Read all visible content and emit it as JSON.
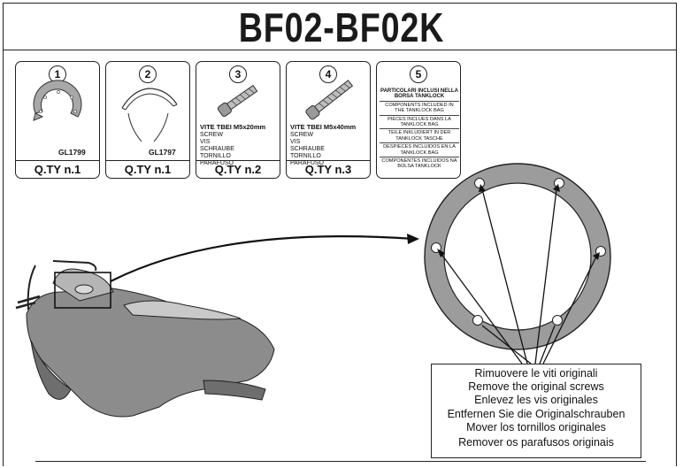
{
  "title": "BF02-BF02K",
  "parts": [
    {
      "number": "1",
      "code": "GL1799",
      "qty": "Q.TY n.1",
      "icon": "flange-ring-icon"
    },
    {
      "number": "2",
      "code": "GL1797",
      "qty": "Q.TY n.1",
      "icon": "open-ring-icon"
    },
    {
      "number": "3",
      "spec_title": "VITE TBEI M5x20mm",
      "spec_lines": [
        "SCREW",
        "VIS",
        "SCHRAUBE",
        "TORNILLO",
        "PARAFUSO"
      ],
      "qty": "Q.TY n.2",
      "icon": "screw-icon"
    },
    {
      "number": "4",
      "spec_title": "VITE TBEI M5x40mm",
      "spec_lines": [
        "SCREW",
        "VIS",
        "SCHRAUBE",
        "TORNILLO",
        "PARAFUSO"
      ],
      "qty": "Q.TY n.3",
      "icon": "screw-icon"
    },
    {
      "number": "5",
      "included": [
        {
          "bold": "PARTICOLARI INCLUSI NELLA BORSA TANKLOCK",
          "text": ""
        },
        {
          "bold": "",
          "text": "COMPONENTS INCLUDED IN THE TANKLOCK BAG"
        },
        {
          "bold": "",
          "text": "PIÈCES INCLUES DANS LA TANKLOCK BAG"
        },
        {
          "bold": "",
          "text": "TEILE INKLUDIERT IN DER TANKLOCK TASCHE"
        },
        {
          "bold": "",
          "text": "DESPIECES INCLUIDOS EN LA TANKLOCK BAG"
        },
        {
          "bold": "",
          "text": "COMPONENTES INCLUIDOS NA BOLSA TANKLOCK"
        }
      ]
    }
  ],
  "instructions": [
    "Rimuovere le viti originali",
    "Remove the original screws",
    "Enlevez  les vis originales",
    "Entfernen Sie die Originalschrauben",
    "Mover los tornillos originales",
    "Remover os parafusos originais"
  ],
  "colors": {
    "part_gray": "#a8a8a8",
    "line": "#1a1a1a",
    "moto_gray": "#8c8c8c"
  }
}
